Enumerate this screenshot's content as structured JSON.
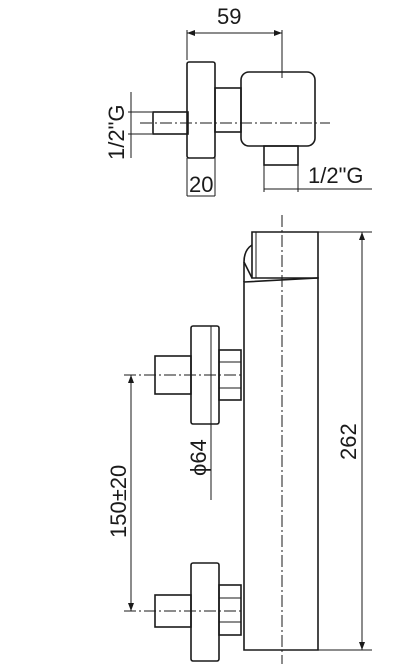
{
  "drawing": {
    "dims": {
      "width_top": "59",
      "inlet_thread_left": "1/2\"G",
      "wall_depth": "20",
      "outlet_thread": "1/2\"G",
      "total_height": "262",
      "inlet_spacing": "150±20",
      "diameter": "ϕ64"
    }
  }
}
